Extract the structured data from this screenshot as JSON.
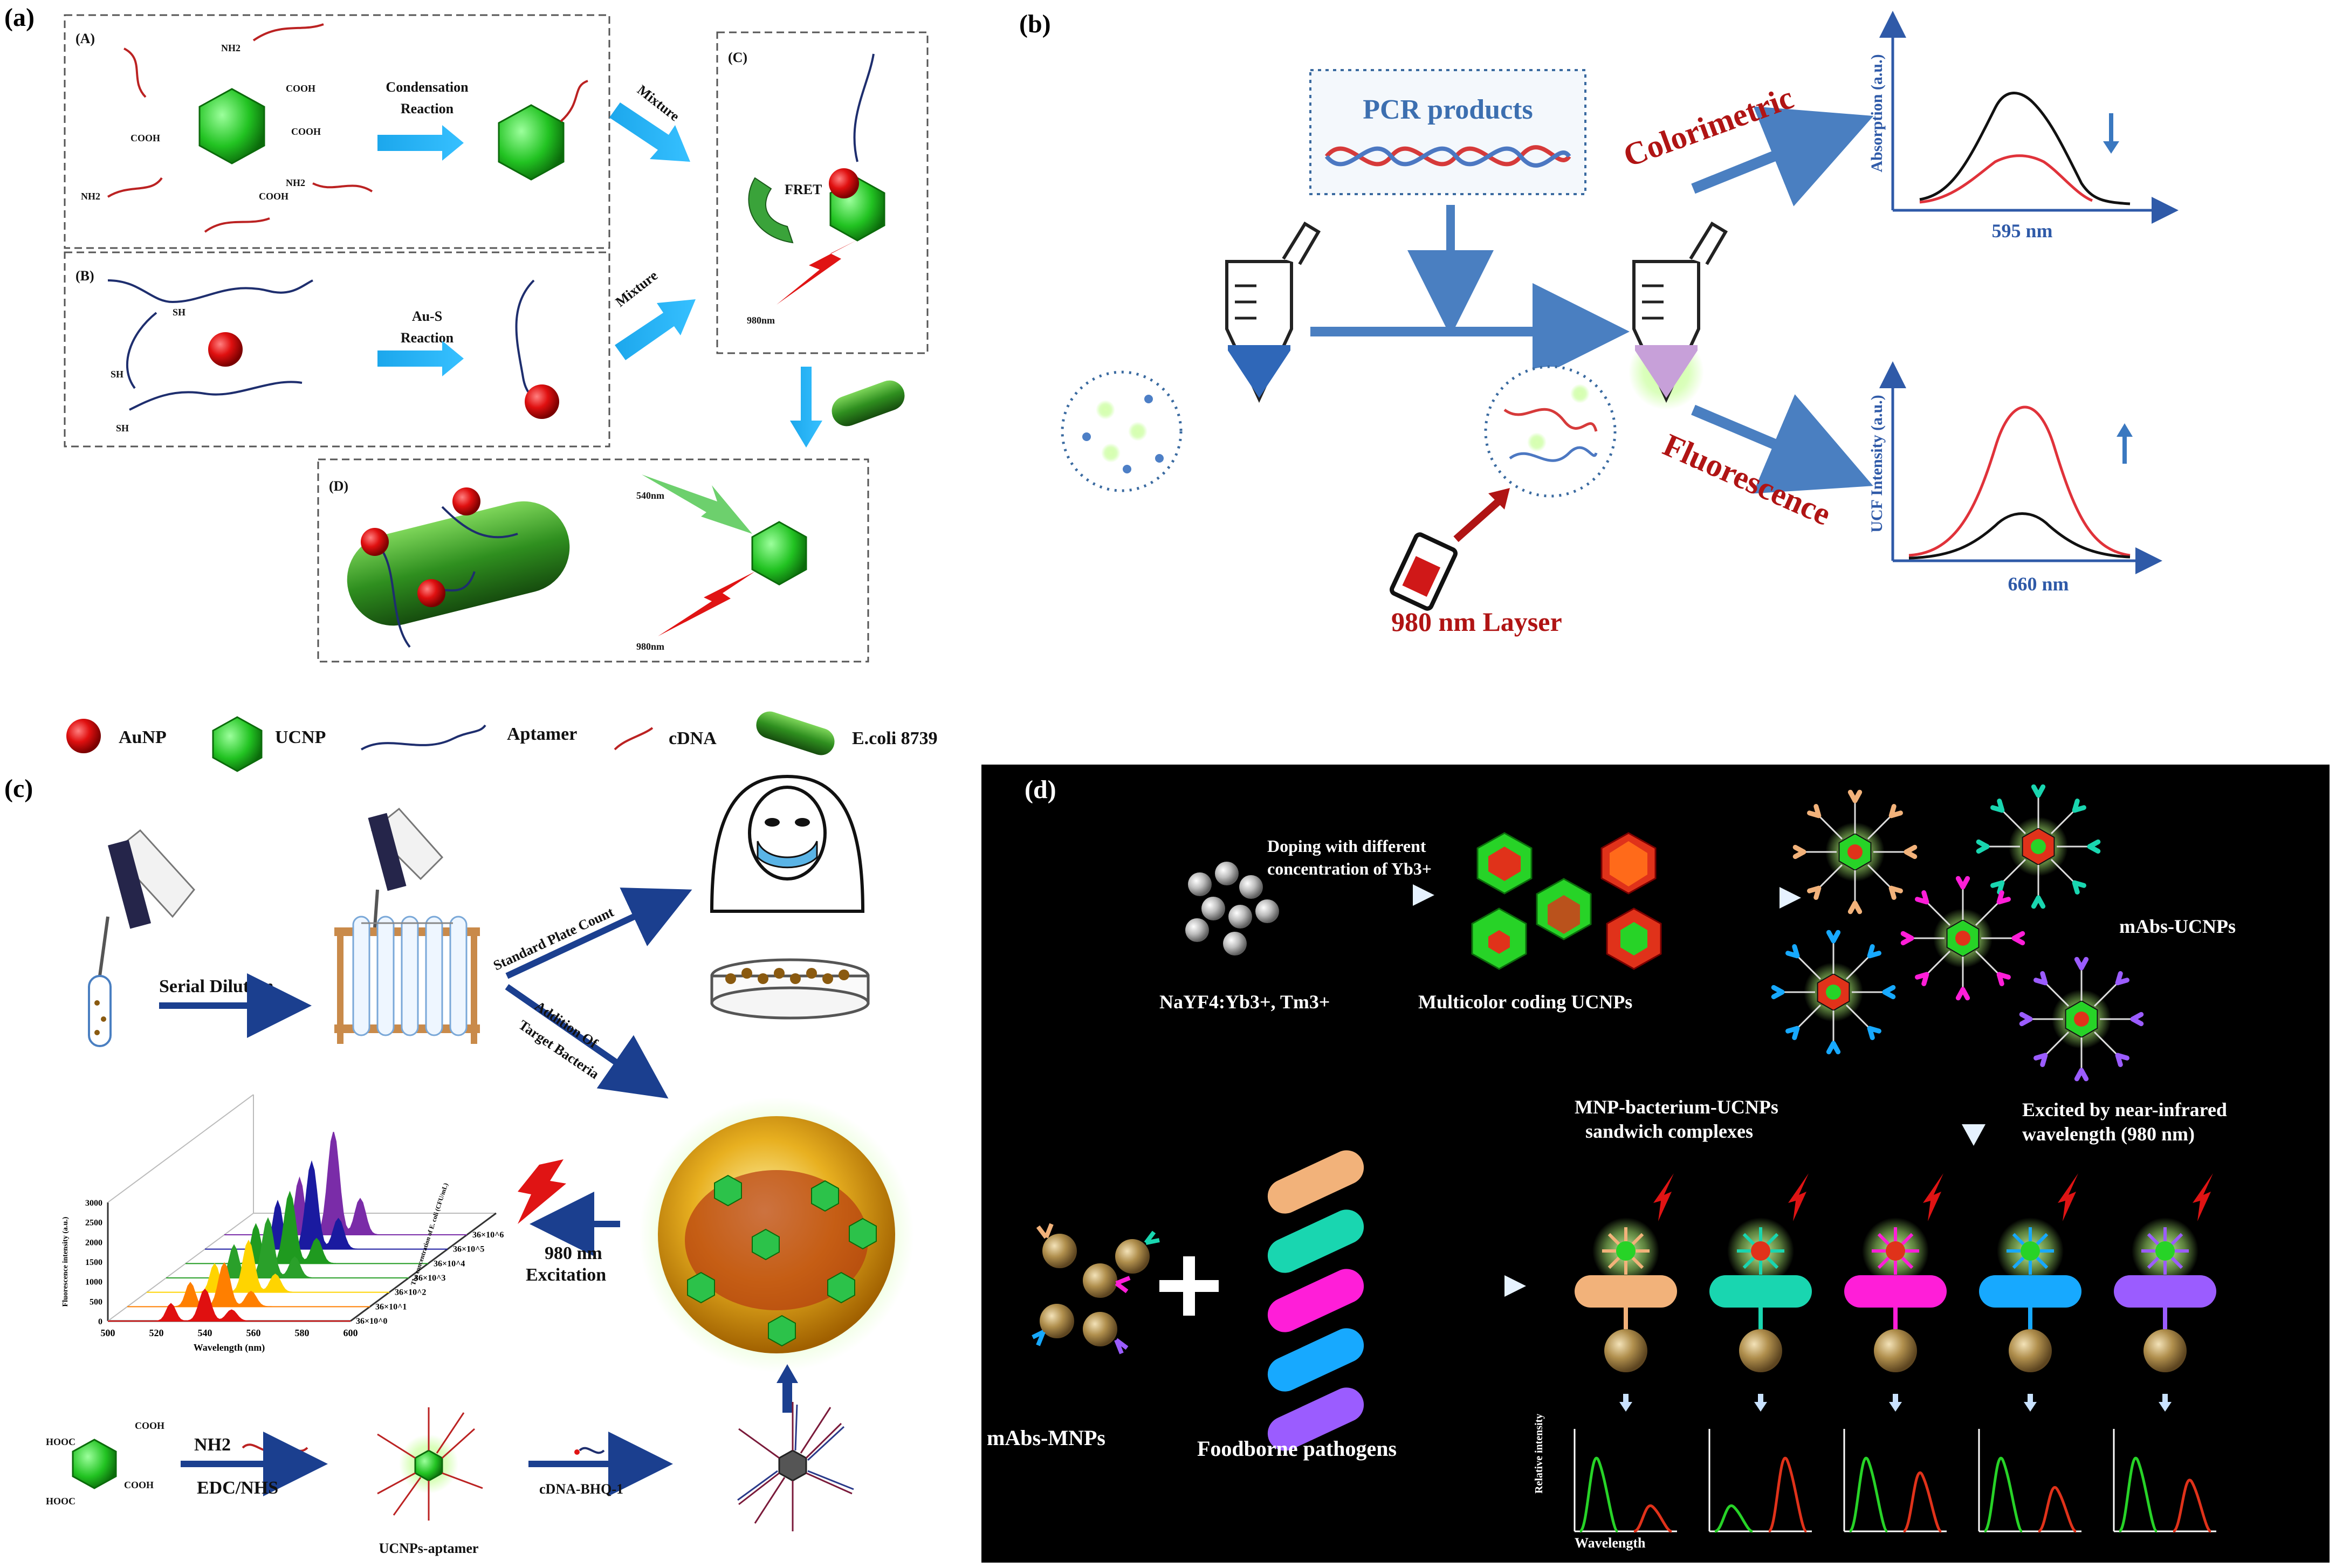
{
  "panel_labels": {
    "a": "(a)",
    "b": "(b)",
    "c": "(c)",
    "d": "(d)"
  },
  "panel_a": {
    "sub_labels": {
      "A": "(A)",
      "B": "(B)",
      "C": "(C)",
      "D": "(D)"
    },
    "groups": {
      "cooh": "COOH",
      "nh2": "NH2"
    },
    "steps": {
      "condensation_line1": "Condensation",
      "condensation_line2": "Reaction",
      "aus_line1": "Au-S",
      "aus_line2": "Reaction",
      "mixture": "Mixture",
      "sh": "SH"
    },
    "fret": "FRET",
    "wl_980": "980nm",
    "wl_540": "540nm",
    "legend": {
      "aunp": "AuNP",
      "ucnp": "UCNP",
      "aptamer": "Aptamer",
      "cdna": "cDNA",
      "ecoli": "E.coli 8739"
    }
  },
  "panel_b": {
    "pcr_products": "PCR products",
    "colorimetric": "Colorimetric",
    "fluorescence": "Fluorescence",
    "laser": "980 nm Layser",
    "absorption_axis": "Absorption (a.u.)",
    "absorption_xlabel": "595 nm",
    "ucf_axis": "UCF Intensity (a.u.)",
    "ucf_xlabel": "660 nm"
  },
  "panel_c": {
    "serial_dilution": "Serial Dilution",
    "standard_plate_count": "Standard Plate Count",
    "addition_line1": "Addition Of",
    "addition_line2": "Target Bacteria",
    "excitation_line1": "980 nm",
    "excitation_line2": "Excitation",
    "edc_nhs": "EDC/NHS",
    "nh2": "NH2",
    "cdna_bhq": "cDNA-BHQ-1",
    "ucnps_aptamer": "UCNPs-aptamer",
    "cooh": "COOH",
    "hooc": "HOOC"
  },
  "chart_data": {
    "type": "line",
    "title": "",
    "xlabel": "Wavelength (nm)",
    "ylabel": "Fluorescence intensity (a.u.)",
    "zlabel": "The concentration of E. coli (CFU/mL)",
    "x_ticks": [
      "500",
      "520",
      "540",
      "560",
      "580",
      "600"
    ],
    "y_ticks": [
      "0",
      "500",
      "1000",
      "1500",
      "2000",
      "2500",
      "3000"
    ],
    "series": [
      {
        "name": "36×10^0",
        "color": "#e01010",
        "peak_x": 540,
        "peak_y": 800
      },
      {
        "name": "36×10^1",
        "color": "#ff7f00",
        "peak_x": 540,
        "peak_y": 1100
      },
      {
        "name": "36×10^2",
        "color": "#ffd400",
        "peak_x": 542,
        "peak_y": 1300
      },
      {
        "name": "36×10^3",
        "color": "#2aa02a",
        "peak_x": 542,
        "peak_y": 1500
      },
      {
        "name": "36×10^4",
        "color": "#1f9a1f",
        "peak_x": 543,
        "peak_y": 1800
      },
      {
        "name": "36×10^5",
        "color": "#1a1aa0",
        "peak_x": 544,
        "peak_y": 2200
      },
      {
        "name": "36×10^6",
        "color": "#7a2ca8",
        "peak_x": 545,
        "peak_y": 2600
      }
    ],
    "xlim": [
      500,
      600
    ],
    "ylim": [
      0,
      3000
    ]
  },
  "panel_d": {
    "doping_line1": "Doping with different",
    "doping_line2": "concentration of Yb3+",
    "nayf4": "NaYF4:Yb3+, Tm3+",
    "multicolor": "Multicolor coding UCNPs",
    "mabs_ucnps": "mAbs-UCNPs",
    "sandwich_line1": "MNP-bacterium-UCNPs",
    "sandwich_line2": "sandwich complexes",
    "excited_line1": "Excited by near-infrared",
    "excited_line2": "wavelength (980 nm)",
    "mabs_mnps": "mAbs-MNPs",
    "foodborne": "Foodborne pathogens",
    "rel_intensity": "Relative intensity",
    "wavelength": "Wavelength",
    "pathogen_colors": [
      "#f2b27a",
      "#19d6b0",
      "#ff1ed8",
      "#17a9ff",
      "#9b5cff"
    ]
  }
}
